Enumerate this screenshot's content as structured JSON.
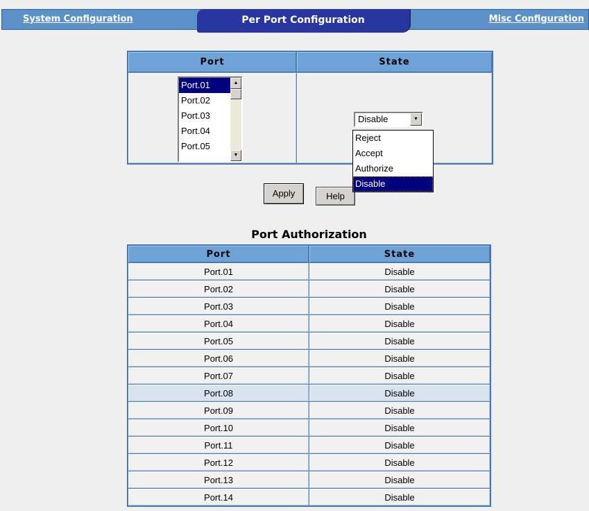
{
  "tabs": {
    "system": {
      "label": "System Configuration"
    },
    "per_port": {
      "label": "Per Port Configuration"
    },
    "misc": {
      "label": "Misc Configuration"
    }
  },
  "config_table": {
    "headers": {
      "port": "Port",
      "state": "State"
    },
    "port_list": {
      "items": [
        "Port.01",
        "Port.02",
        "Port.03",
        "Port.04",
        "Port.05"
      ],
      "selected": "Port.01"
    },
    "state_select": {
      "value": "Disable",
      "options": [
        "Reject",
        "Accept",
        "Authorize",
        "Disable"
      ],
      "highlighted": "Disable"
    }
  },
  "buttons": {
    "apply": "Apply",
    "help": "Help"
  },
  "icons": {
    "up_arrow": "▲",
    "down_arrow": "▼",
    "dropdown_arrow": "▼"
  },
  "authorization": {
    "title": "Port Authorization",
    "headers": {
      "port": "Port",
      "state": "State"
    },
    "rows": [
      {
        "port": "Port.01",
        "state": "Disable"
      },
      {
        "port": "Port.02",
        "state": "Disable"
      },
      {
        "port": "Port.03",
        "state": "Disable"
      },
      {
        "port": "Port.04",
        "state": "Disable"
      },
      {
        "port": "Port.05",
        "state": "Disable"
      },
      {
        "port": "Port.06",
        "state": "Disable"
      },
      {
        "port": "Port.07",
        "state": "Disable"
      },
      {
        "port": "Port.08",
        "state": "Disable",
        "highlight": true
      },
      {
        "port": "Port.09",
        "state": "Disable"
      },
      {
        "port": "Port.10",
        "state": "Disable"
      },
      {
        "port": "Port.11",
        "state": "Disable"
      },
      {
        "port": "Port.12",
        "state": "Disable"
      },
      {
        "port": "Port.13",
        "state": "Disable"
      },
      {
        "port": "Port.14",
        "state": "Disable"
      }
    ]
  },
  "colors": {
    "tabbar_blue": "#5b91c8",
    "active_tab_navy": "#2936a2",
    "table_header_blue": "#6fa3d8",
    "grid_blue": "#4f81bd",
    "selection_navy": "#000080",
    "highlight_row": "#d9e2ef",
    "page_background": "#efefef"
  }
}
